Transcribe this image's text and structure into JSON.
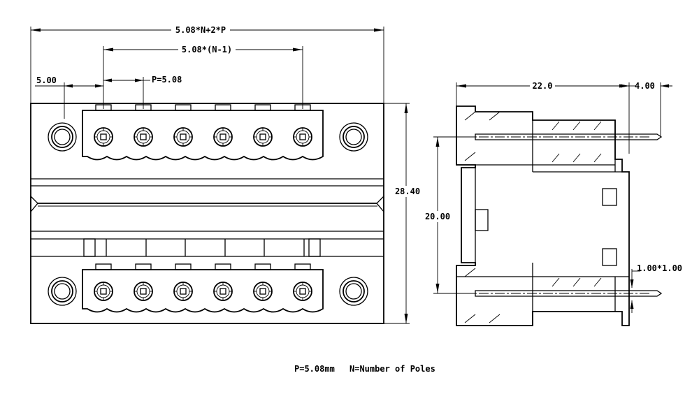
{
  "front_view": {
    "dim_overall_width": "5.08*N+2*P",
    "dim_pin_span": "5.08*(N-1)",
    "dim_pitch": "P=5.08",
    "dim_edge_offset": "5.00",
    "dim_height": "28.40",
    "pole_count_per_row": 6
  },
  "side_view": {
    "dim_depth": "22.0",
    "dim_pin_extension": "4.00",
    "dim_pin_spacing": "20.00",
    "dim_pin_section": "1.00*1.00"
  },
  "footer": {
    "pitch_note": "P=5.08mm",
    "poles_note": "N=Number of Poles"
  }
}
